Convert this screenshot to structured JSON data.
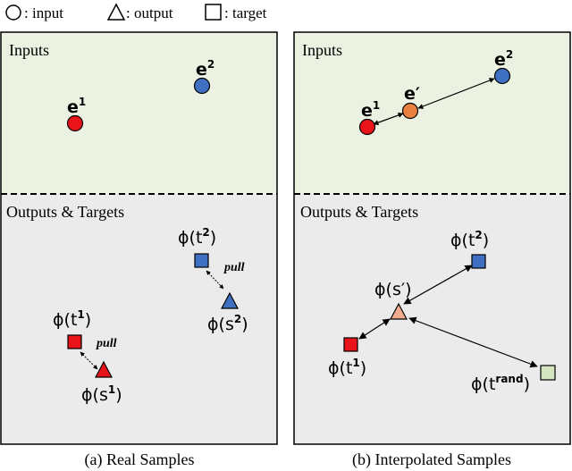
{
  "legend": {
    "input": ": input",
    "output": ": output",
    "target": ": target"
  },
  "panels": {
    "a": {
      "inputs_title": "Inputs",
      "outputs_title": "Outputs & Targets",
      "caption": "(a) Real Samples",
      "e1": {
        "base": "e",
        "sup": "1"
      },
      "e2": {
        "base": "e",
        "sup": "2"
      },
      "t1": {
        "pre": "ϕ(t",
        "sup": "1",
        "post": ")"
      },
      "s1": {
        "pre": "ϕ(s",
        "sup": "1",
        "post": ")"
      },
      "t2": {
        "pre": "ϕ(t",
        "sup": "2",
        "post": ")"
      },
      "s2": {
        "pre": "ϕ(s",
        "sup": "2",
        "post": ")"
      },
      "pull_label": "pull"
    },
    "b": {
      "inputs_title": "Inputs",
      "outputs_title": "Outputs & Targets",
      "caption": "(b) Interpolated Samples",
      "e1": {
        "base": "e",
        "sup": "1"
      },
      "e2": {
        "base": "e",
        "sup": "2"
      },
      "eprime": "e′",
      "t1": {
        "pre": "ϕ(t",
        "sup": "1",
        "post": ")"
      },
      "t2": {
        "pre": "ϕ(t",
        "sup": "2",
        "post": ")"
      },
      "sprime": "ϕ(s′)",
      "trand": {
        "pre": "ϕ(t",
        "sup": "rand",
        "post": ")"
      }
    }
  },
  "colors": {
    "inputs_bg": "#ebf2e1",
    "outputs_bg": "#ebebeb",
    "red": "#e8141a",
    "blue": "#3e6fc1",
    "orange": "#e9803f",
    "peach": "#f2ac8d",
    "light_green": "#d3e6bf"
  }
}
